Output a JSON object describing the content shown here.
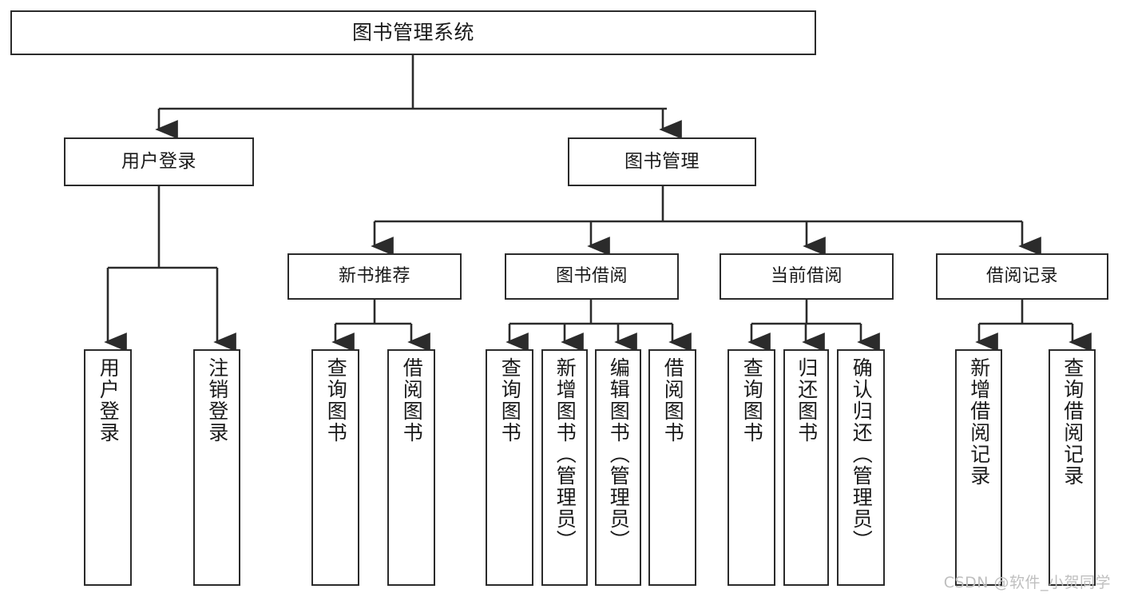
{
  "diagram": {
    "type": "tree-hierarchy",
    "title": "图书管理系统",
    "watermark": "CSDN @软件_小贺同学",
    "colors": {
      "stroke": "#2b2b2b",
      "fill": "#ffffff",
      "text": "#1a1a1a",
      "watermark": "#bfbfbf"
    },
    "root": {
      "label": "图书管理系统"
    },
    "level1": [
      {
        "label": "用户登录"
      },
      {
        "label": "图书管理"
      }
    ],
    "level2": [
      {
        "label": "新书推荐"
      },
      {
        "label": "图书借阅"
      },
      {
        "label": "当前借阅"
      },
      {
        "label": "借阅记录"
      }
    ],
    "leaves": {
      "user_login": [
        {
          "label": "用户登录"
        },
        {
          "label": "注销登录"
        }
      ],
      "new_book_rec": [
        {
          "label": "查询图书"
        },
        {
          "label": "借阅图书"
        }
      ],
      "book_borrow": [
        {
          "label": "查询图书"
        },
        {
          "label": "新增图书（管理员）"
        },
        {
          "label": "编辑图书（管理员）"
        },
        {
          "label": "借阅图书"
        }
      ],
      "current_borrow": [
        {
          "label": "查询图书"
        },
        {
          "label": "归还图书"
        },
        {
          "label": "确认归还（管理员）"
        }
      ],
      "borrow_record": [
        {
          "label": "新增借阅记录"
        },
        {
          "label": "查询借阅记录"
        }
      ]
    }
  }
}
